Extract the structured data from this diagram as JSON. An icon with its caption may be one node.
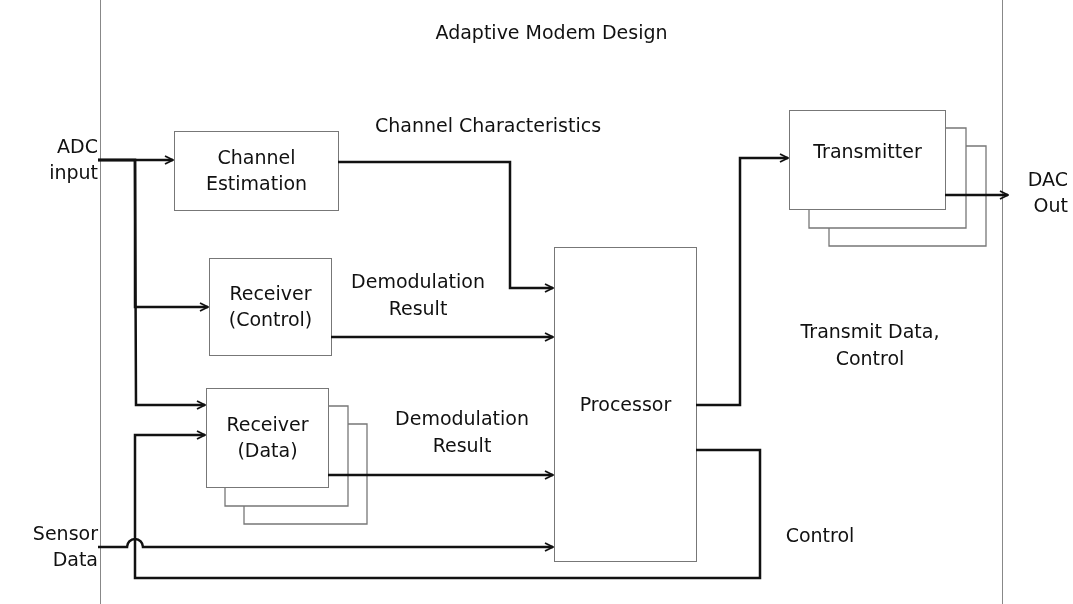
{
  "diagram": {
    "nodes": [
      {
        "text": [
          "Adaptive Modem Design"
        ]
      },
      {
        "text": [
          "ADC input"
        ]
      },
      {
        "text": [
          "Channel Estimation"
        ],
        "in": 0
      },
      {
        "text": [
          "Receiver (Control)"
        ],
        "in": 0
      },
      {
        "text": [
          "Receiver (Data)"
        ],
        "in": 0
      },
      {
        "text": [
          "Processor"
        ],
        "in": 0
      },
      {
        "text": [
          "Transmitter"
        ],
        "in": 0
      },
      {
        "text": [
          "DAC Out"
        ]
      },
      {
        "text": [
          "Sensor Data"
        ]
      }
    ],
    "edges": [
      {
        "from": 1,
        "to": 2,
        "arrow": "to"
      },
      {
        "from": 1,
        "to": 3,
        "arrow": "to"
      },
      {
        "from": 1,
        "to": 4,
        "arrow": "to"
      },
      {
        "from": 2,
        "to": 5,
        "arrow": "to",
        "label": "Channel Characteristics"
      },
      {
        "from": 3,
        "to": 5,
        "arrow": "to",
        "label": "Demodulation Result"
      },
      {
        "from": 4,
        "to": 5,
        "arrow": "to",
        "label": "Demodulation Result"
      },
      {
        "from": 8,
        "to": 5,
        "arrow": "to"
      },
      {
        "from": 5,
        "to": 6,
        "arrow": "to",
        "label": "Transmit Data, Control"
      },
      {
        "from": 5,
        "to": 4,
        "arrow": "to",
        "label": "Control"
      },
      {
        "from": 6,
        "to": 7,
        "arrow": "to"
      }
    ]
  }
}
